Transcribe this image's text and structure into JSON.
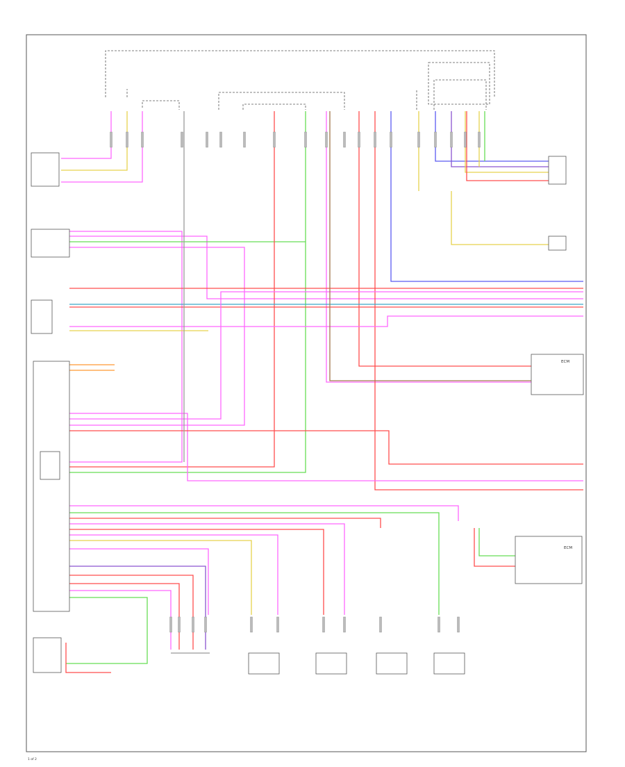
{
  "colors": {
    "pink": "#ff66ff",
    "red": "#ff4d4d",
    "green": "#66dd55",
    "yellow": "#e6d24d",
    "blue": "#5a5af0",
    "purple": "#8a55d0",
    "orange": "#ff9933",
    "brown": "#a0784d",
    "gray": "#9a9a9a",
    "cyan": "#3aa8c8",
    "frame": "#555555"
  },
  "modules": {
    "ecm_box": "ECM",
    "ecm_box2": "ECM"
  },
  "footer": {
    "code": "1 of 2"
  }
}
